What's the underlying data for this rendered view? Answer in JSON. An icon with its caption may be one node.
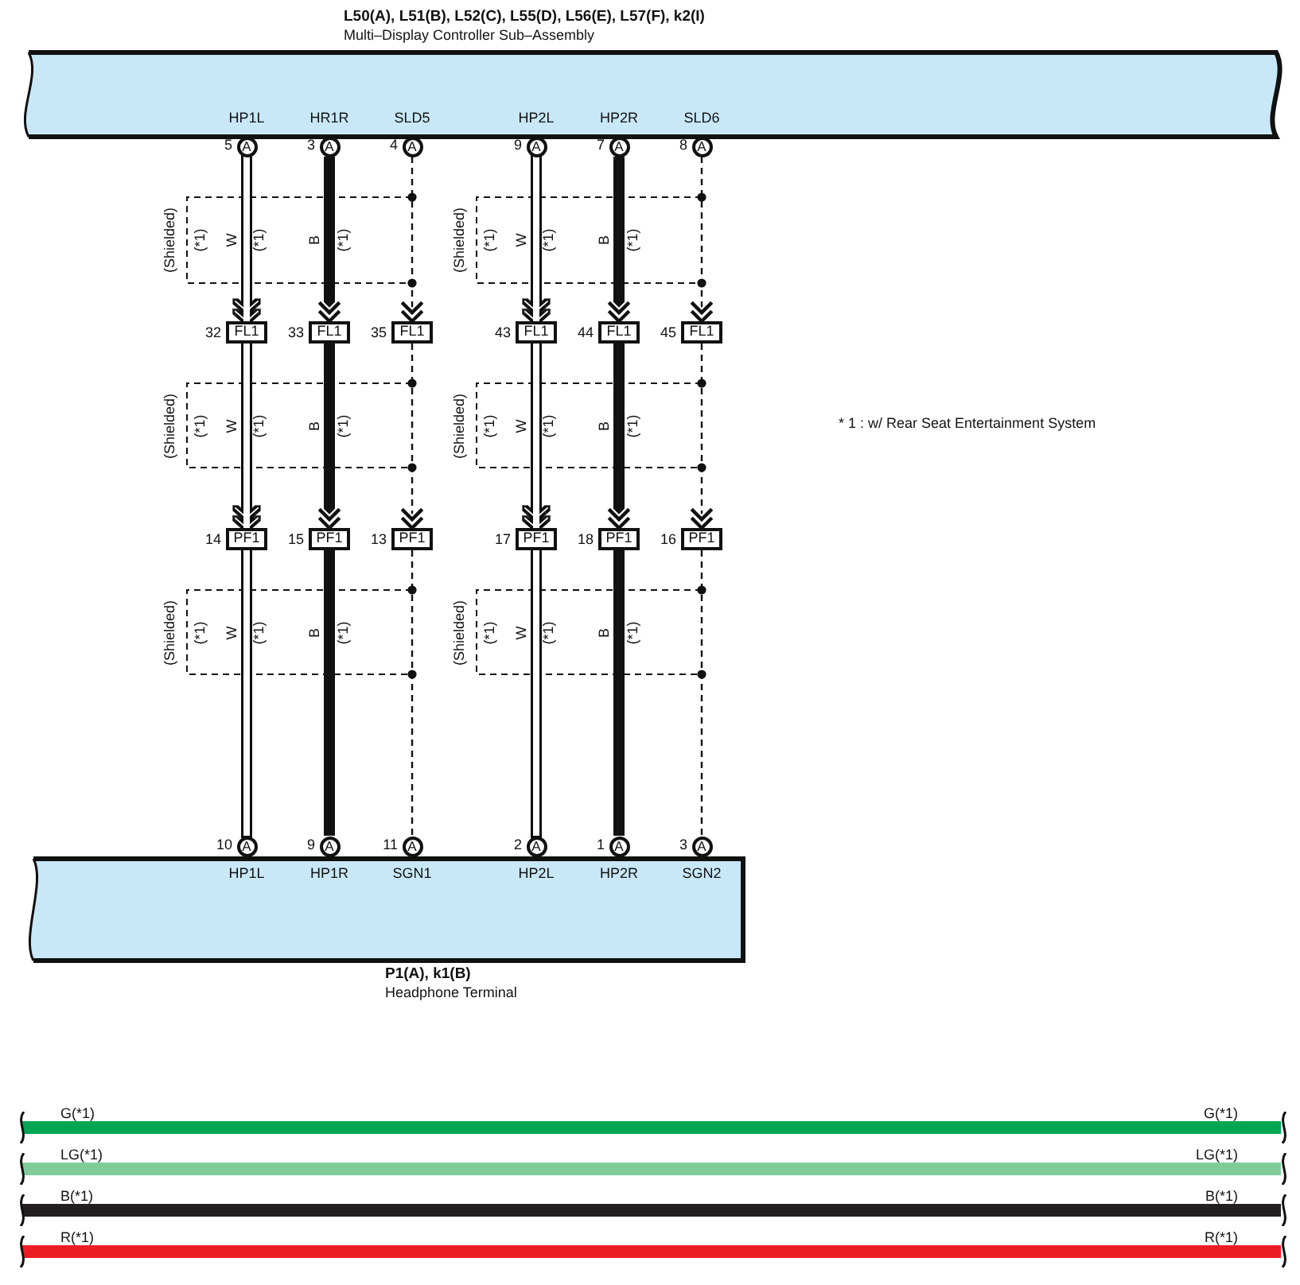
{
  "diagram": {
    "nodes": [
      {
        "text": [
          "L50(A), L51(B), L52(C), L55(D), L56(E), L57(F), k2(I)",
          "Multi–Display Controller Sub–Assembly"
        ]
      },
      {
        "text": [
          "A"
        ],
        "beside": [
          "5"
        ]
      },
      {
        "text": [
          "A"
        ],
        "beside": [
          "3"
        ]
      },
      {
        "text": [
          "A"
        ],
        "beside": [
          "4"
        ]
      },
      {
        "text": [
          "A"
        ],
        "beside": [
          "9"
        ]
      },
      {
        "text": [
          "A"
        ],
        "beside": [
          "7"
        ]
      },
      {
        "text": [
          "A"
        ],
        "beside": [
          "8"
        ]
      },
      {
        "text": [
          "FL1"
        ],
        "beside": [
          "32"
        ]
      },
      {
        "text": [
          "FL1"
        ],
        "beside": [
          "33"
        ]
      },
      {
        "text": [
          "FL1"
        ],
        "beside": [
          "35"
        ]
      },
      {
        "text": [
          "FL1"
        ],
        "beside": [
          "43"
        ]
      },
      {
        "text": [
          "FL1"
        ],
        "beside": [
          "44"
        ]
      },
      {
        "text": [
          "FL1"
        ],
        "beside": [
          "45"
        ]
      },
      {
        "text": [
          "PF1"
        ],
        "beside": [
          "14"
        ]
      },
      {
        "text": [
          "PF1"
        ],
        "beside": [
          "15"
        ]
      },
      {
        "text": [
          "PF1"
        ],
        "beside": [
          "13"
        ]
      },
      {
        "text": [
          "PF1"
        ],
        "beside": [
          "17"
        ]
      },
      {
        "text": [
          "PF1"
        ],
        "beside": [
          "18"
        ]
      },
      {
        "text": [
          "PF1"
        ],
        "beside": [
          "16"
        ]
      },
      {
        "text": [
          "P1(A), k1(B)",
          "Headphone Terminal"
        ]
      },
      {
        "text": [
          "A"
        ],
        "beside": [
          "10"
        ]
      },
      {
        "text": [
          "A"
        ],
        "beside": [
          "9"
        ]
      },
      {
        "text": [
          "A"
        ],
        "beside": [
          "11"
        ]
      },
      {
        "text": [
          "A"
        ],
        "beside": [
          "2"
        ]
      },
      {
        "text": [
          "A"
        ],
        "beside": [
          "1"
        ]
      },
      {
        "text": [
          "A"
        ],
        "beside": [
          "3"
        ]
      }
    ],
    "edges": [
      {
        "from": 1,
        "to": 7,
        "arrow": "to",
        "label": "W",
        "color": "#ffffff"
      },
      {
        "from": 2,
        "to": 8,
        "arrow": "to",
        "label": "B"
      },
      {
        "from": 3,
        "to": 9,
        "arrow": "to",
        "style": "dashed"
      },
      {
        "from": 4,
        "to": 10,
        "arrow": "to",
        "label": "W",
        "color": "#ffffff"
      },
      {
        "from": 5,
        "to": 11,
        "arrow": "to",
        "label": "B"
      },
      {
        "from": 6,
        "to": 12,
        "arrow": "to",
        "style": "dashed"
      },
      {
        "from": 7,
        "to": 13,
        "arrow": "to",
        "label": "W",
        "color": "#ffffff"
      },
      {
        "from": 8,
        "to": 14,
        "arrow": "to",
        "label": "B"
      },
      {
        "from": 9,
        "to": 15,
        "arrow": "to",
        "style": "dashed"
      },
      {
        "from": 10,
        "to": 16,
        "arrow": "to",
        "label": "W",
        "color": "#ffffff"
      },
      {
        "from": 11,
        "to": 17,
        "arrow": "to",
        "label": "B"
      },
      {
        "from": 12,
        "to": 18,
        "arrow": "to",
        "style": "dashed"
      },
      {
        "from": 13,
        "to": 20,
        "arrow": "none",
        "label": "W",
        "color": "#ffffff"
      },
      {
        "from": 14,
        "to": 21,
        "arrow": "none",
        "label": "B"
      },
      {
        "from": 15,
        "to": 22,
        "arrow": "none",
        "style": "dashed"
      },
      {
        "from": 16,
        "to": 23,
        "arrow": "none",
        "label": "W",
        "color": "#ffffff"
      },
      {
        "from": 17,
        "to": 24,
        "arrow": "none",
        "label": "B"
      },
      {
        "from": 18,
        "to": 25,
        "arrow": "none",
        "style": "dashed"
      }
    ],
    "labels": [
      "HP1L",
      "HR1R",
      "SLD5",
      "HP2L",
      "HP2R",
      "SLD6",
      "(Shielded)",
      "(*1)",
      "(*1)",
      "(*1)",
      "(Shielded)",
      "(*1)",
      "(*1)",
      "(*1)",
      "(Shielded)",
      "(*1)",
      "(*1)",
      "(*1)",
      "(Shielded)",
      "(*1)",
      "(*1)",
      "(*1)",
      "(Shielded)",
      "(*1)",
      "(*1)",
      "(*1)",
      "(Shielded)",
      "(*1)",
      "(*1)",
      "(*1)",
      "* 1 : w/ Rear Seat Entertainment System",
      "HP1L",
      "HP1R",
      "SGN1",
      "HP2L",
      "HP2R",
      "SGN2",
      "G(*1)",
      "LG(*1)",
      "B(*1)",
      "R(*1)"
    ],
    "legend": [
      {
        "text": "G(*1)",
        "color": "#00a651"
      },
      {
        "text": "LG(*1)",
        "color": "#80cc99"
      },
      {
        "text": "B(*1)",
        "color": "#231f20"
      },
      {
        "text": "R(*1)",
        "color": "#ed1c24"
      }
    ]
  }
}
